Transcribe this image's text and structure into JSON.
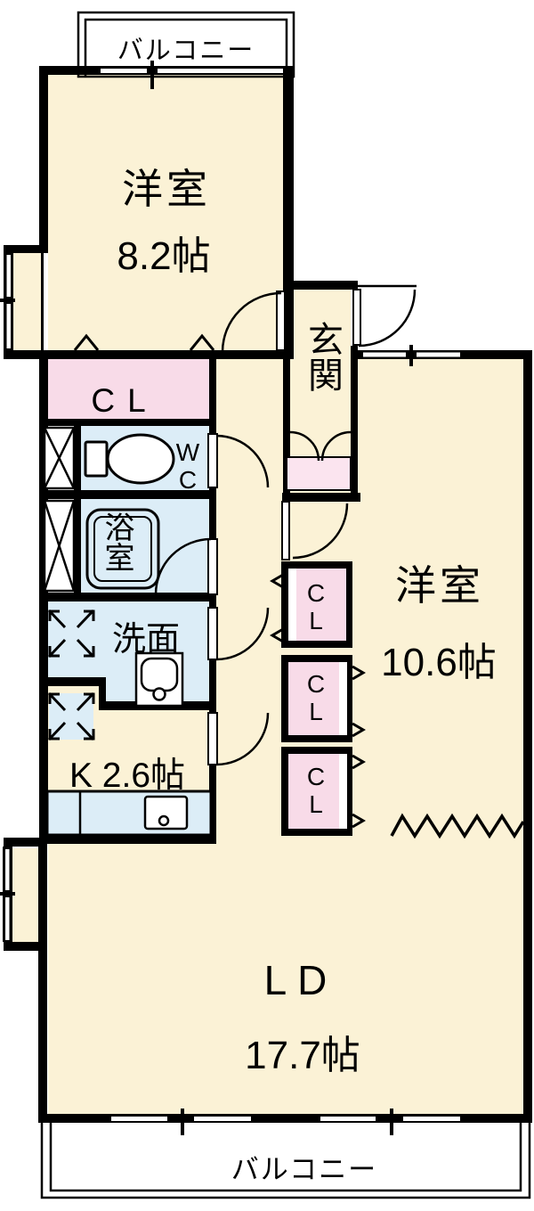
{
  "plan": {
    "balcony_top": {
      "label": "バルコニー"
    },
    "bedroom1": {
      "name": "洋室",
      "size": "8.2帖"
    },
    "closet_main": {
      "label": "CL"
    },
    "toilet": {
      "label": "WC"
    },
    "bath": {
      "label": "浴室"
    },
    "washroom": {
      "label": "洗面"
    },
    "kitchen": {
      "label": "K 2.6帖"
    },
    "entrance": {
      "label": "玄関"
    },
    "bedroom2": {
      "name": "洋室",
      "size": "10.6帖"
    },
    "closets": [
      {
        "label": "CL"
      },
      {
        "label": "CL"
      },
      {
        "label": "CL"
      }
    ],
    "living": {
      "name": "LD",
      "size": "17.7帖"
    },
    "balcony_bottom": {
      "label": "バルコニー"
    }
  },
  "colors": {
    "floor_cream": "#FBF2D6",
    "closet_pink": "#F8DBE8",
    "cabinet_pink": "#FBE4EF",
    "wet_blue": "#DCEDF7",
    "wall_black": "#000000",
    "white": "#FFFFFF"
  }
}
